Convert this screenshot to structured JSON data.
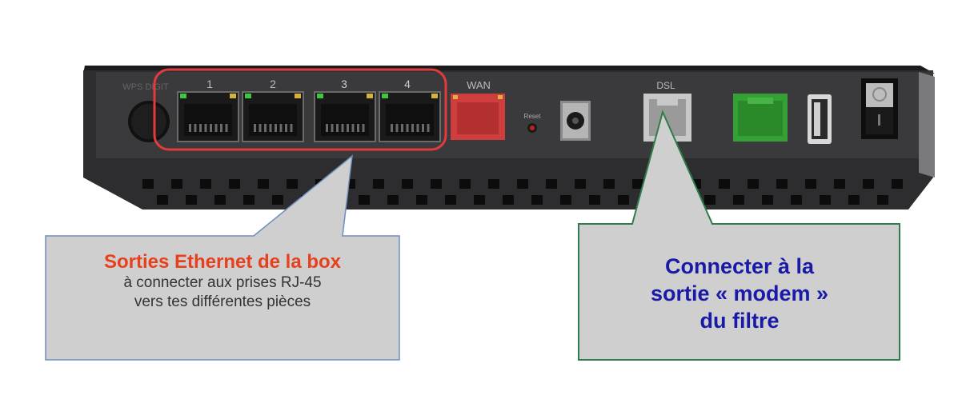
{
  "router": {
    "port_labels": [
      "1",
      "2",
      "3",
      "4"
    ],
    "wan_label": "WAN",
    "reset_label": "Reset",
    "dsl_label": "DSL",
    "wps_label": "WPS DIGIT"
  },
  "colors": {
    "body": "#2d2d2f",
    "panel": "#3a3a3c",
    "highlight": "#e33b3b",
    "wan_port": "#cf3d3d",
    "green_port": "#35a035",
    "left_callout_border": "#6f8ebd",
    "right_callout_border": "#2e7d4a",
    "callout_fill": "#cfcfcf"
  },
  "left_callout": {
    "title": "Sorties Ethernet de la box",
    "line1": "à connecter aux prises RJ-45",
    "line2": "vers tes différentes pièces"
  },
  "right_callout": {
    "line1": "Connecter à la",
    "line2": "sortie « modem »",
    "line3": "du filtre"
  }
}
